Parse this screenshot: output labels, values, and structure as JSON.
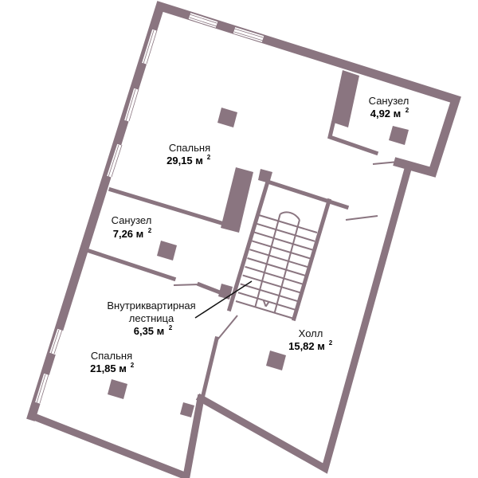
{
  "colors": {
    "wall": "#8a7580",
    "text": "#111111"
  },
  "rooms": [
    {
      "name": "Спальня",
      "area": "29,15 м",
      "unit_sup": "2"
    },
    {
      "name": "Санузел",
      "area": "4,92 м",
      "unit_sup": "2"
    },
    {
      "name": "Санузел",
      "area": "7,26 м",
      "unit_sup": "2"
    },
    {
      "name_line1": "Внутриквартирная",
      "name_line2": "лестница",
      "area": "6,35 м",
      "unit_sup": "2"
    },
    {
      "name": "Холл",
      "area": "15,82 м",
      "unit_sup": "2"
    },
    {
      "name": "Спальня",
      "area": "21,85 м",
      "unit_sup": "2"
    }
  ],
  "stair": {
    "steps": 10,
    "columns": 3
  }
}
